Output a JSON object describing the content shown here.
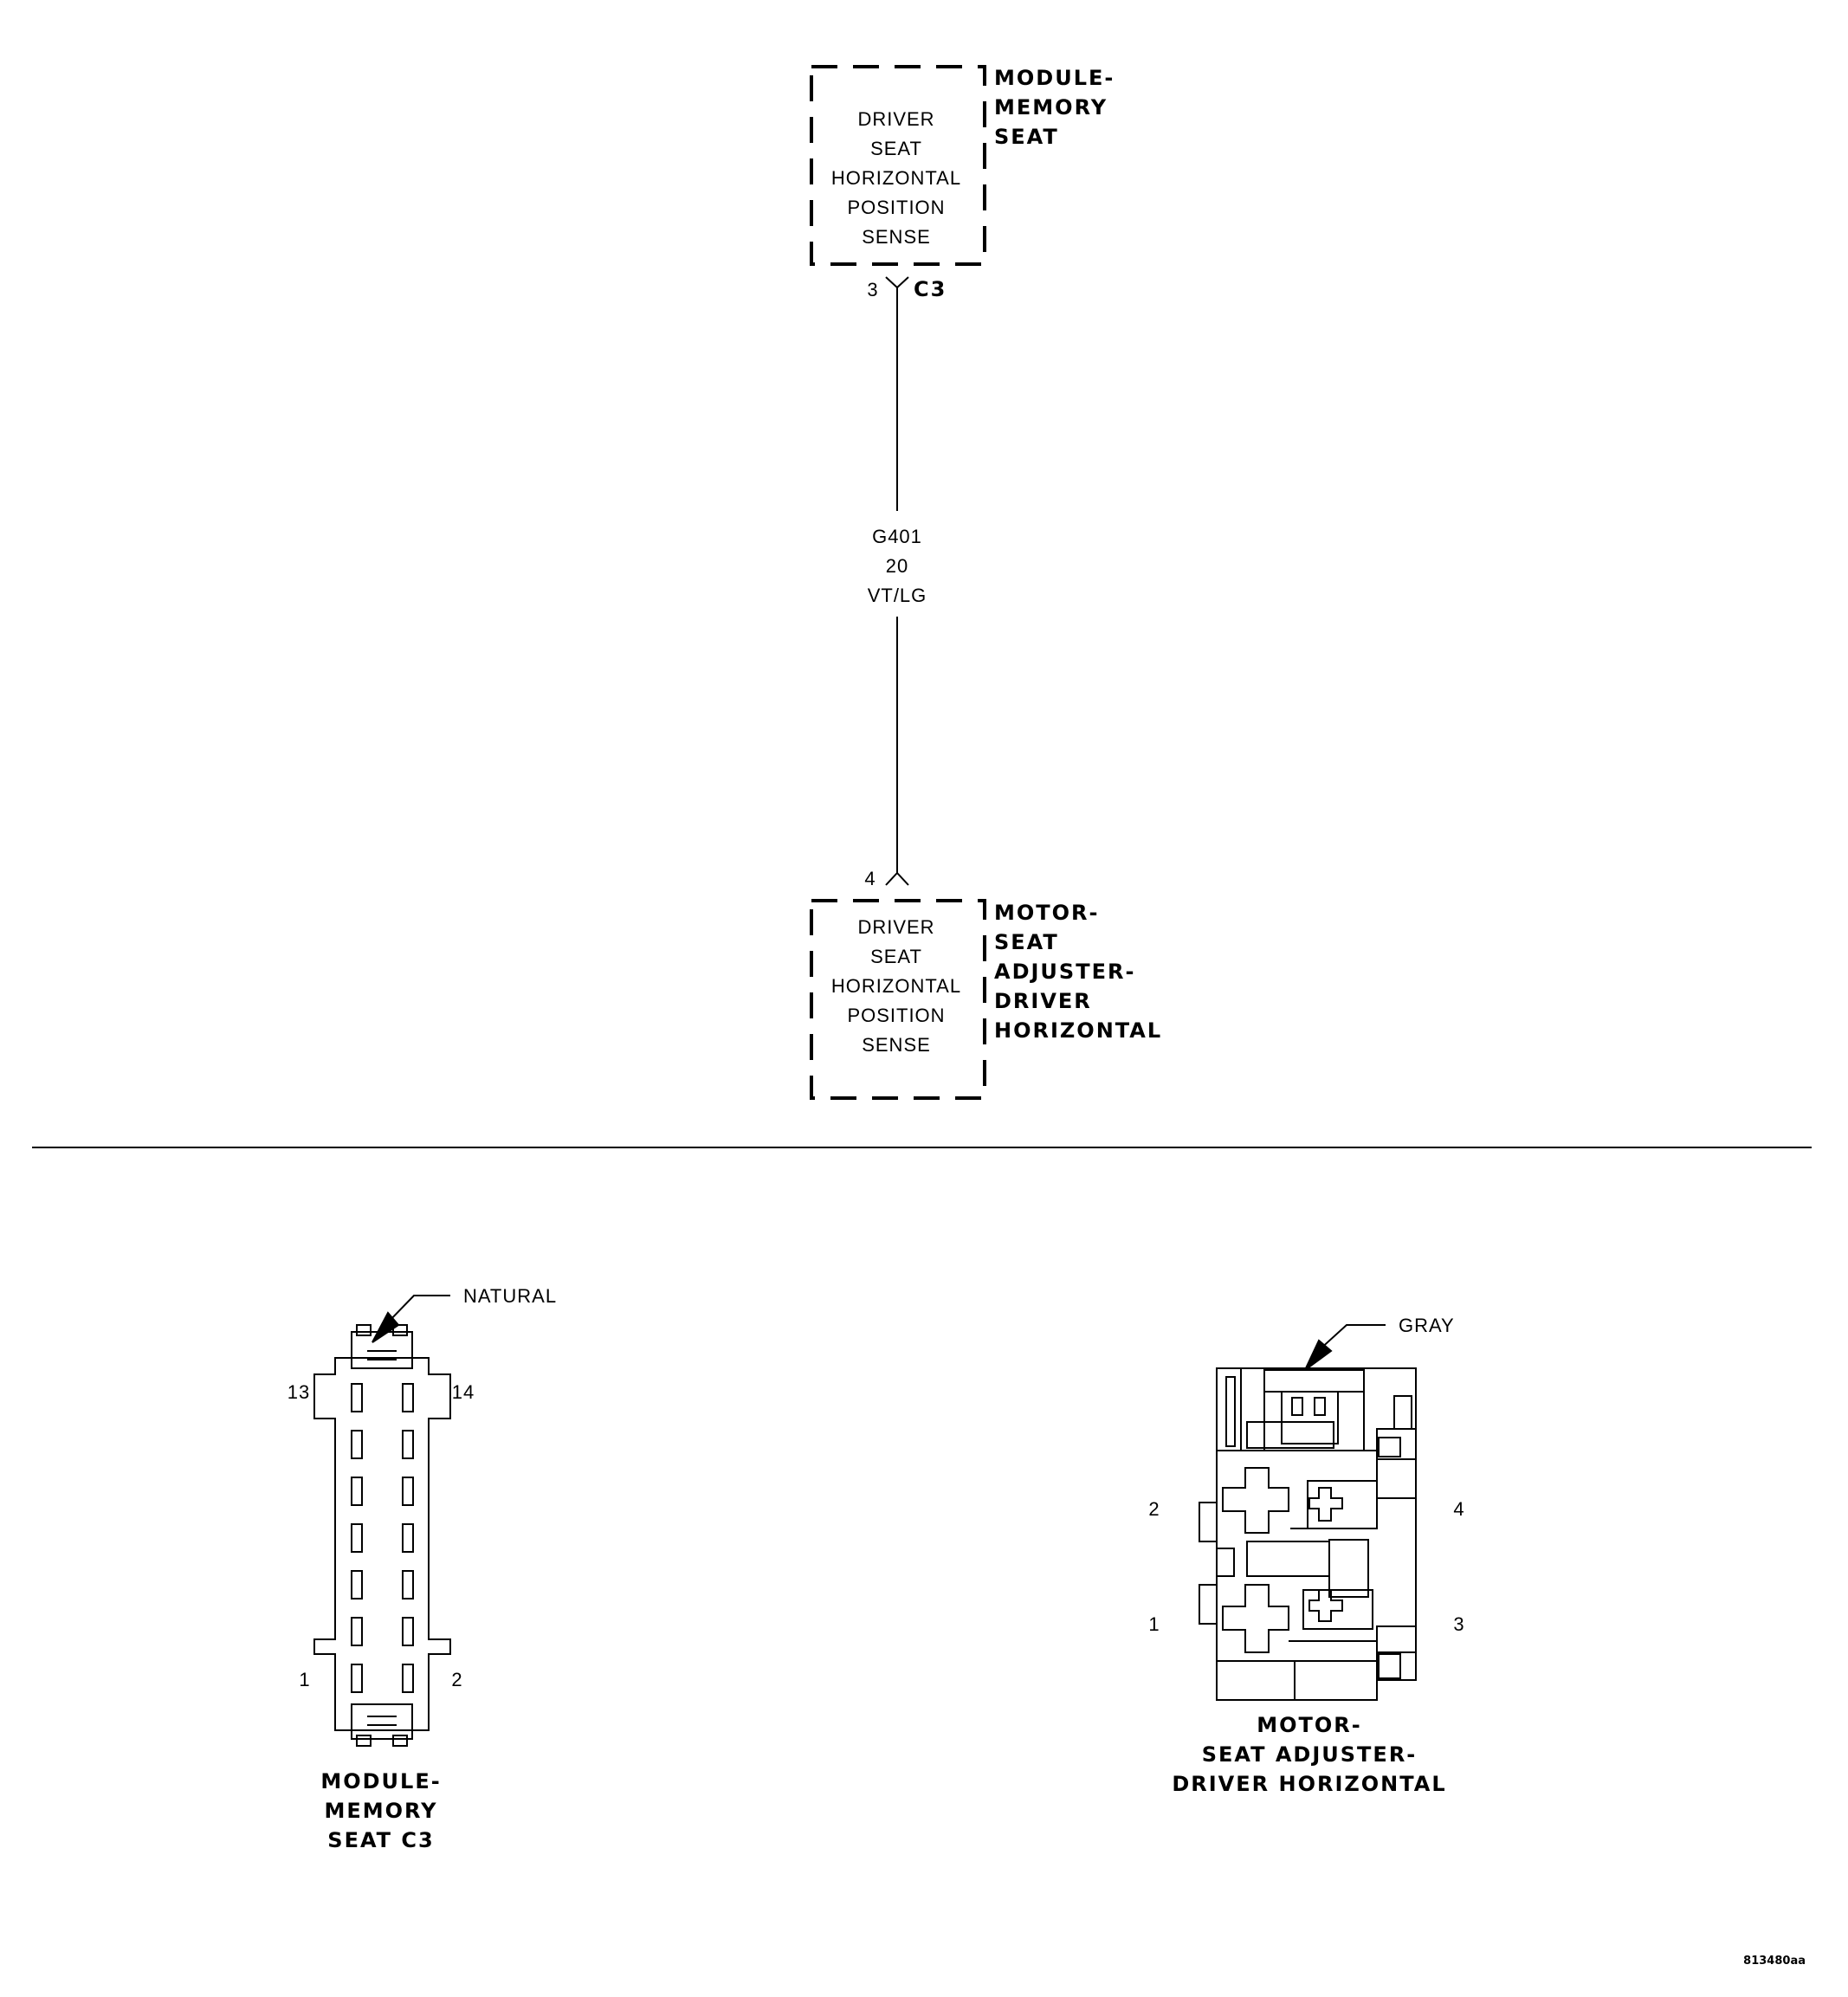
{
  "top_module": {
    "function_lines": [
      "DRIVER",
      "SEAT",
      "HORIZONTAL",
      "POSITION",
      "SENSE"
    ],
    "name_lines": [
      "MODULE-",
      "MEMORY",
      "SEAT"
    ],
    "pin": "3",
    "connector": "C3"
  },
  "wire": {
    "circuit": "G401",
    "gauge": "20",
    "color": "VT/LG"
  },
  "bottom_module": {
    "function_lines": [
      "DRIVER",
      "SEAT",
      "HORIZONTAL",
      "POSITION",
      "SENSE"
    ],
    "name_lines": [
      "MOTOR-",
      "SEAT",
      "ADJUSTER-",
      "DRIVER",
      "HORIZONTAL"
    ],
    "pin": "4"
  },
  "connector_left": {
    "color_callout": "NATURAL",
    "pins": {
      "top_left": "13",
      "top_right": "14",
      "bottom_left": "1",
      "bottom_right": "2"
    },
    "title_lines": [
      "MODULE-",
      "MEMORY",
      "SEAT C3"
    ]
  },
  "connector_right": {
    "color_callout": "GRAY",
    "pins": {
      "left_upper": "2",
      "right_upper": "4",
      "left_lower": "1",
      "right_lower": "3"
    },
    "title_lines": [
      "MOTOR-",
      "SEAT ADJUSTER-",
      "DRIVER HORIZONTAL"
    ]
  },
  "figure_id": "813480aa"
}
